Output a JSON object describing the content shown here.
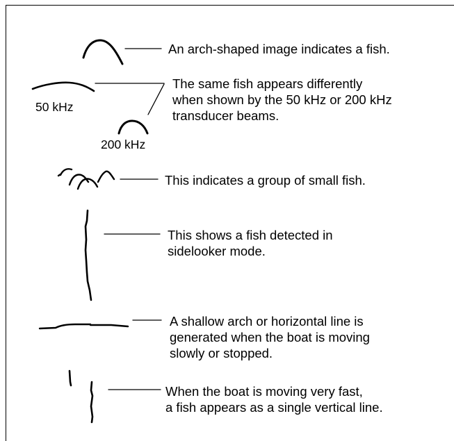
{
  "captions": {
    "arch": "An arch-shaped image indicates a fish.",
    "frequency": [
      "The same fish appears differently",
      "when shown by the 50 kHz or 200 kHz",
      "transducer beams."
    ],
    "group": "This indicates a group of small fish.",
    "sidelooker": [
      "This shows a fish detected in",
      "sidelooker mode."
    ],
    "shallow": [
      "A shallow arch or horizontal line is",
      "generated when the boat is moving",
      "slowly or stopped."
    ],
    "fast": [
      "When the boat is moving very fast,",
      "a fish appears as a single vertical line."
    ]
  },
  "labels": {
    "freq_50": "50 kHz",
    "freq_200": "200 kHz"
  },
  "colors": {
    "ink": "#000000",
    "background": "#ffffff"
  }
}
